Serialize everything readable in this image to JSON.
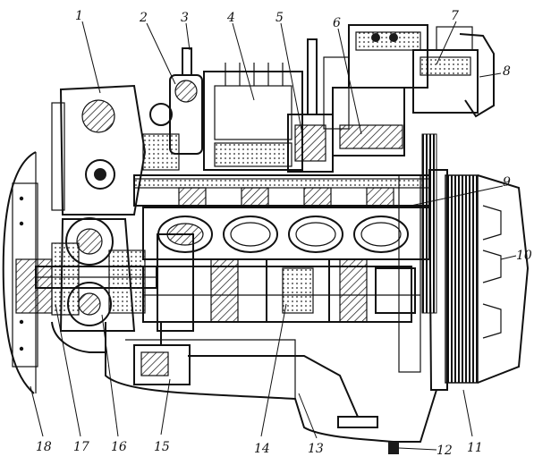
{
  "drawing": {
    "type": "engine-longitudinal-section",
    "line_color": "#111111",
    "background": "#ffffff"
  },
  "callouts": [
    {
      "id": "c1",
      "label": "1"
    },
    {
      "id": "c2",
      "label": "2"
    },
    {
      "id": "c3",
      "label": "3"
    },
    {
      "id": "c4",
      "label": "4"
    },
    {
      "id": "c5",
      "label": "5"
    },
    {
      "id": "c6",
      "label": "6"
    },
    {
      "id": "c7",
      "label": "7"
    },
    {
      "id": "c8",
      "label": "8"
    },
    {
      "id": "c9",
      "label": "9"
    },
    {
      "id": "c10",
      "label": "10"
    },
    {
      "id": "c11",
      "label": "11"
    },
    {
      "id": "c12",
      "label": "12"
    },
    {
      "id": "c13",
      "label": "13"
    },
    {
      "id": "c14",
      "label": "14"
    },
    {
      "id": "c15",
      "label": "15"
    },
    {
      "id": "c16",
      "label": "16"
    },
    {
      "id": "c17",
      "label": "17"
    },
    {
      "id": "c18",
      "label": "18"
    }
  ]
}
